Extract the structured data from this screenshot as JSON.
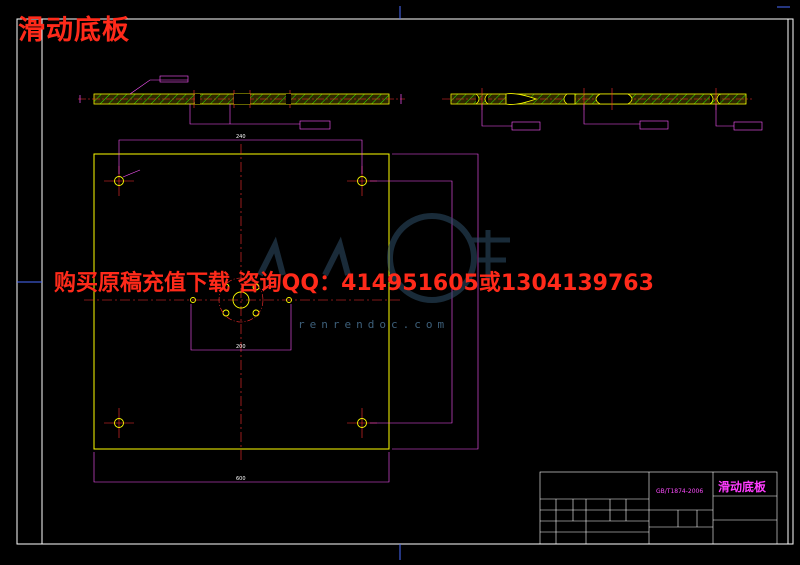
{
  "title": "滑动底板",
  "watermark_contact": "购买原稿充值下载 咨询QQ：414951605或1304139763",
  "watermark_url": "renrendoc.com",
  "title_block": {
    "part_name": "滑动底板",
    "standard": "GB/T1874-2006"
  },
  "colors": {
    "background": "#000000",
    "frame": "#ffffff",
    "outline": "#ffff00",
    "centerline": "#ff3030",
    "dimension": "#ff55ff",
    "hatch": "#00ff00",
    "title_red": "#ff2a1a"
  },
  "dimensions": {
    "top_width": "240",
    "plate_width": "600",
    "inner_width": "200"
  }
}
